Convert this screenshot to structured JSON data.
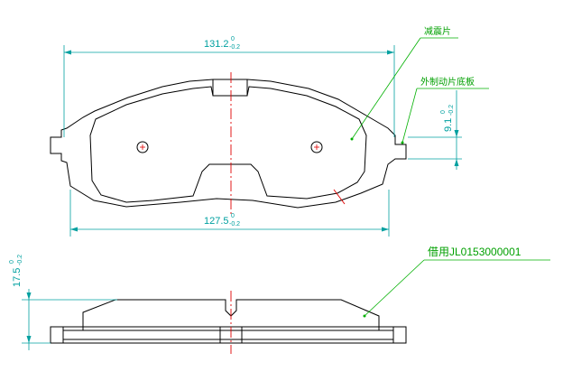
{
  "dimensions": {
    "top_width": {
      "value": "131.2",
      "upper": "0",
      "lower": "-0.2"
    },
    "bottom_width": {
      "value": "127.5",
      "upper": "0",
      "lower": "-0.2"
    },
    "ear_height": {
      "value": "9.1",
      "upper": "0",
      "lower": "-0.2"
    },
    "thickness": {
      "value": "17.5",
      "upper": "0",
      "lower": "-0.2"
    }
  },
  "labels": {
    "friction_material": "减震片",
    "backing_plate": "外制动片底板",
    "part_ref": "借用JL0153000001"
  },
  "colors": {
    "outline": "#000000",
    "dimension": "#00a0a0",
    "leader": "#00b000",
    "centerline": "#e00000"
  }
}
